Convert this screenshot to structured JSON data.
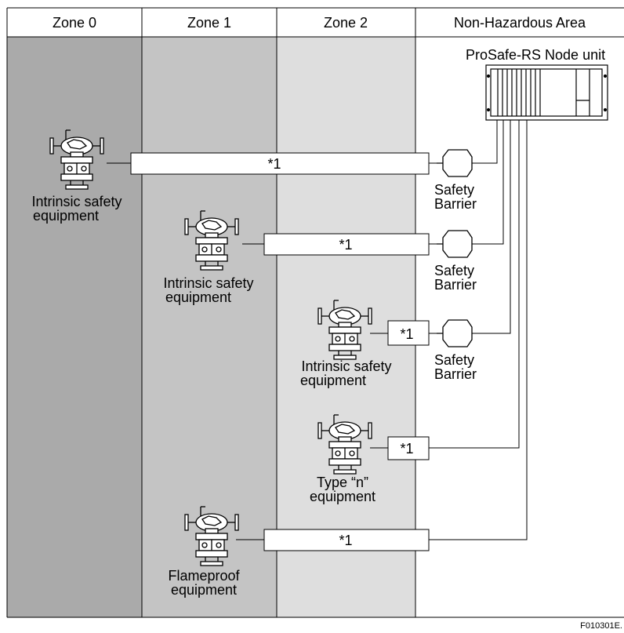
{
  "zones": [
    {
      "label": "Zone 0",
      "fill": "#aaaaaa"
    },
    {
      "label": "Zone 1",
      "fill": "#c4c4c4"
    },
    {
      "label": "Zone 2",
      "fill": "#dedede"
    },
    {
      "label": "Non-Hazardous Area",
      "fill": "#ffffff"
    }
  ],
  "node_unit": {
    "label": "ProSafe-RS Node unit"
  },
  "devices": [
    {
      "label_lines": [
        "Intrinsic safety",
        "equipment"
      ]
    },
    {
      "label_lines": [
        "Intrinsic safety",
        "equipment"
      ]
    },
    {
      "label_lines": [
        "Intrinsic safety",
        "equipment"
      ]
    },
    {
      "label_lines": [
        "Type “n”",
        "equipment"
      ]
    },
    {
      "label_lines": [
        "Flameproof",
        "equipment"
      ]
    }
  ],
  "cable_note": "*1",
  "barriers": [
    {
      "label_lines": [
        "Safety",
        "Barrier"
      ]
    },
    {
      "label_lines": [
        "Safety",
        "Barrier"
      ]
    },
    {
      "label_lines": [
        "Safety",
        "Barrier"
      ]
    }
  ],
  "figure_id": "F010301E."
}
